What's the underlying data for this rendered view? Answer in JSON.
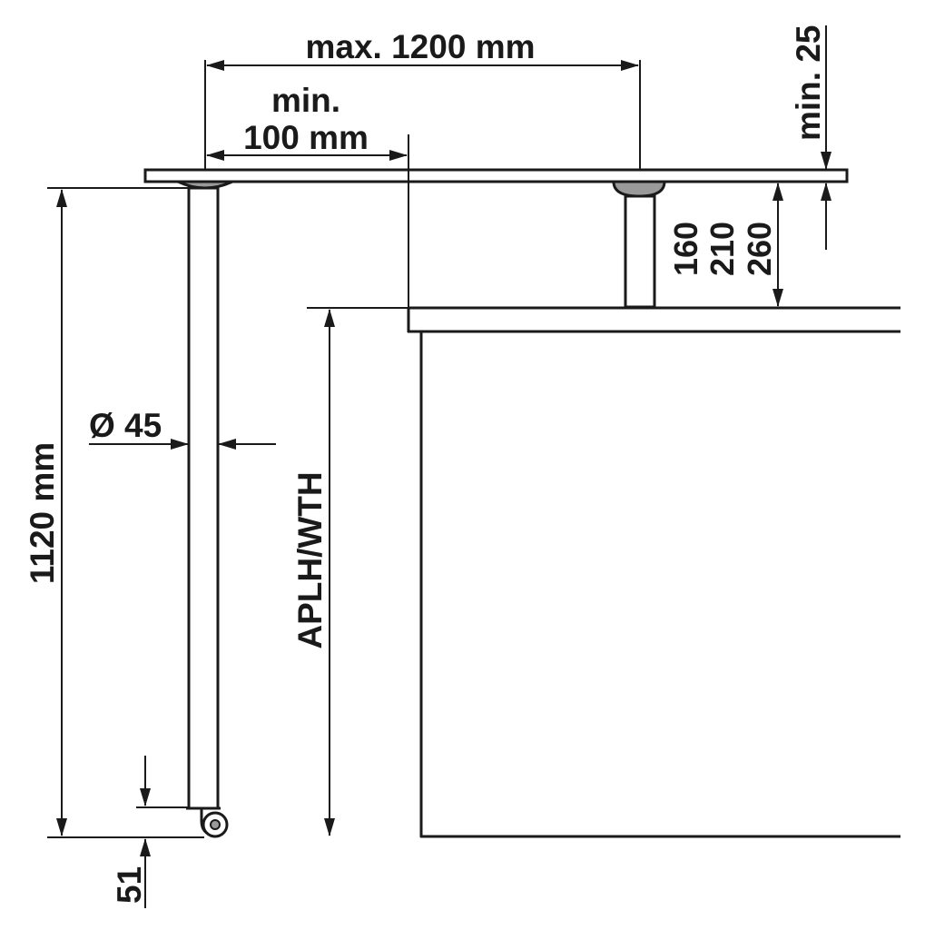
{
  "drawing": {
    "dimensions": {
      "max_span": "max. 1200 mm",
      "min_overhang_line1": "min.",
      "min_overhang_line2": "100 mm",
      "min_gap": "min. 25",
      "height_option_1": "160",
      "height_option_2": "210",
      "height_option_3": "260",
      "leg_diameter": "Ø 45",
      "total_height": "1120 mm",
      "worktop_height": "APLH/WTH",
      "castor_height": "51"
    },
    "colors": {
      "line": "#1a1a1a",
      "fill_leg": "#ffffff",
      "fill_foot": "#9a9a9a"
    }
  }
}
